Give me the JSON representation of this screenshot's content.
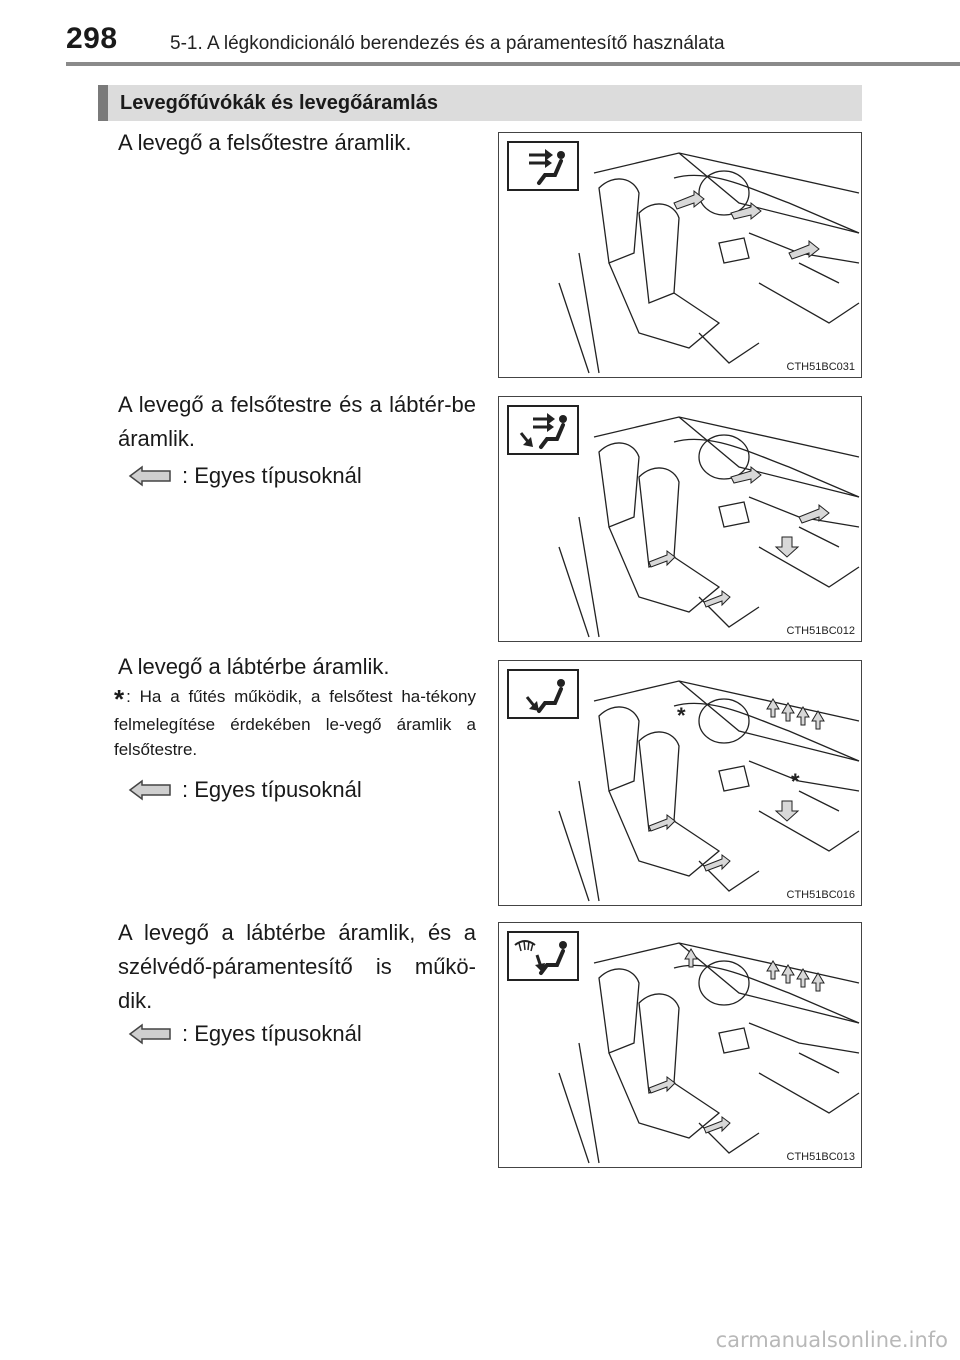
{
  "header": {
    "page_number": "298",
    "chapter_title": "5-1. A légkondicionáló berendezés és a páramentesítő használata"
  },
  "section": {
    "title": "Levegőfúvókák és levegőáramlás"
  },
  "modes": [
    {
      "description": "A levegő a felsőtestre áramlik.",
      "figure_code": "CTH51BC031",
      "icon": "face-airflow-icon"
    },
    {
      "description": "A levegő a felsőtestre és a lábtér-be áramlik.",
      "legend_text": ": Egyes típusoknál",
      "figure_code": "CTH51BC012",
      "icon": "bi-level-airflow-icon"
    },
    {
      "description": "A levegő a lábtérbe áramlik.",
      "note_marker": "*",
      "note_text": ": Ha a fűtés működik, a felsőtest ha-tékony felmelegítése érdekében le-vegő áramlik a felsőtestre.",
      "legend_text": ": Egyes típusoknál",
      "figure_code": "CTH51BC016",
      "icon": "feet-airflow-icon"
    },
    {
      "description": "A levegő a lábtérbe áramlik, és a szélvédő-páramentesítő is műkö-dik.",
      "legend_text": ": Egyes típusoknál",
      "figure_code": "CTH51BC013",
      "icon": "feet-defrost-airflow-icon"
    }
  ],
  "watermark": "carmanualsonline.info"
}
